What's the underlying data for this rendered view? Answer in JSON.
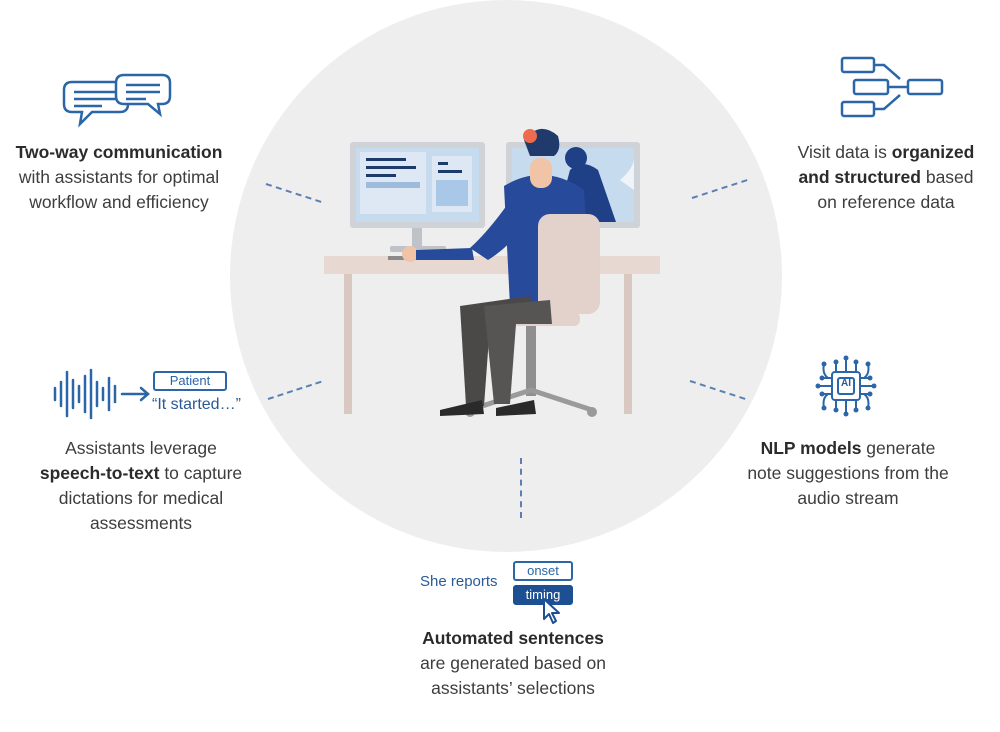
{
  "captions": {
    "communication": {
      "bold": "Two-way communication",
      "rest_1": "with assistants for optimal",
      "rest_2": "workflow and efficiency"
    },
    "visit_data": {
      "line1_pre": "Visit data is ",
      "line1_bold": "organized",
      "line2_bold": "and structured",
      "line2_post": " based",
      "line3": "on reference data"
    },
    "speech": {
      "line1": "Assistants leverage",
      "line2_bold": "speech-to-text",
      "line2_post": " to capture",
      "line3": "dictations for medical",
      "line4": "assessments"
    },
    "nlp": {
      "line1_bold": "NLP models",
      "line1_post": " generate",
      "line2": "note suggestions from the",
      "line3": "audio stream"
    },
    "automated": {
      "line1_bold": "Automated sentences",
      "line2": "are generated based on",
      "line3": "assistants’ selections"
    }
  },
  "speech_widget": {
    "tag": "Patient",
    "quote": "“It started…”"
  },
  "sentence_widget": {
    "prefix": "She reports",
    "option_1": "onset",
    "option_2": "timing"
  },
  "ai_chip_label": "AI",
  "colors": {
    "accent_blue": "#2a66a8",
    "dark_blue": "#1d4f93",
    "circle_bg": "#eeeeee",
    "text": "#3a3a3a"
  },
  "icons": [
    "chat-bubbles-icon",
    "flow-diagram-icon",
    "soundwave-icon",
    "ai-chip-icon",
    "cursor-icon"
  ]
}
